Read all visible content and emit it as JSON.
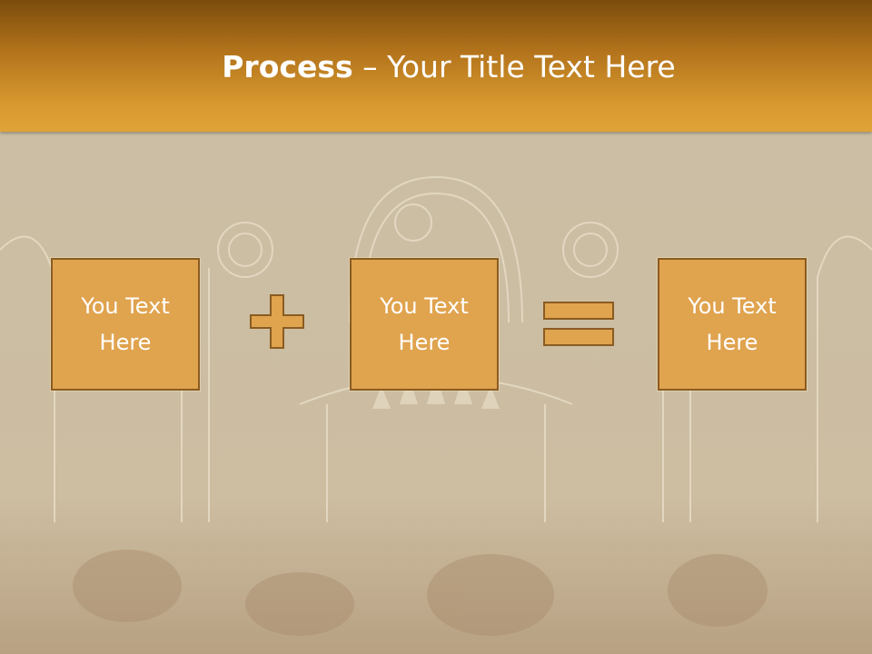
{
  "slide": {
    "title_bold": "Process",
    "title_rest": " – Your Title Text Here"
  },
  "process": {
    "box1": "You Text Here",
    "box2": "You Text Here",
    "box3": "You Text Here",
    "operator1": "plus-icon",
    "operator2": "equals-icon"
  },
  "colors": {
    "header_dark": "#7a4c0c",
    "header_light": "#e0a336",
    "box_fill": "#e0a34e",
    "box_border": "#8a5c22",
    "text": "#ffffff"
  }
}
